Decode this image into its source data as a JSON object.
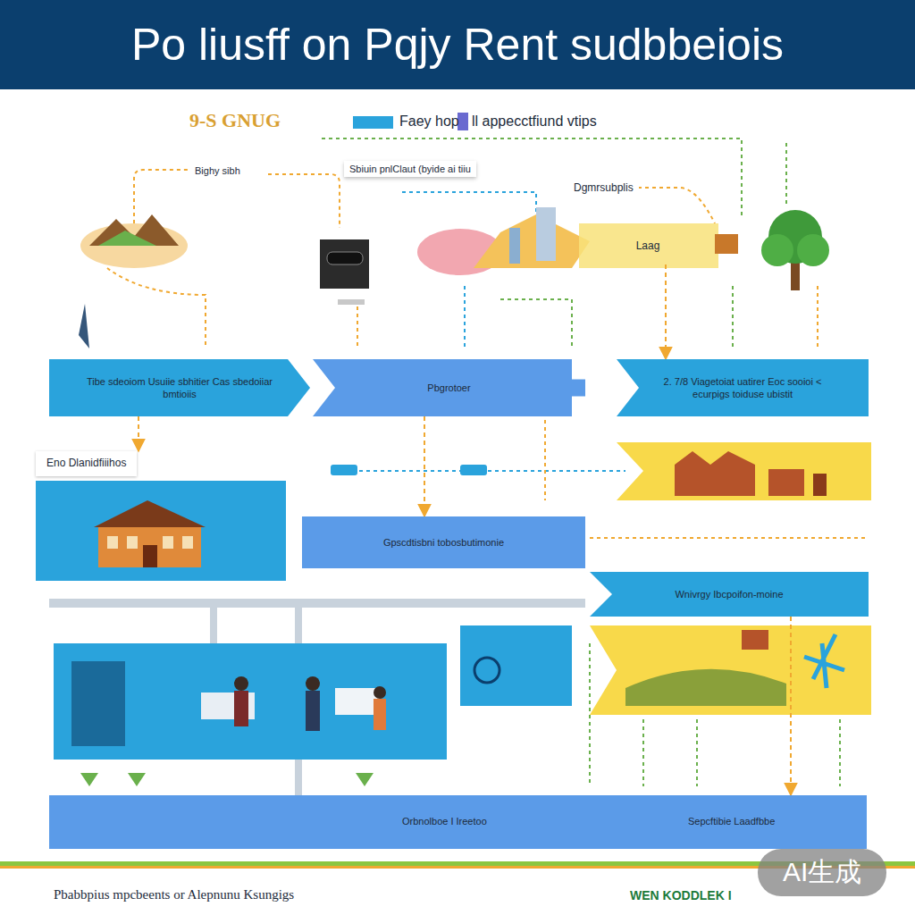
{
  "diagram": {
    "title": "Po liusff on Pqjy Rent sudbbeiois",
    "caption": "Pbabbpius mpcbeents or Alepnunu Ksungigs",
    "nodes": [
      {
        "text": [
          "Laag"
        ]
      },
      {
        "text": [
          "Tibe sdeoiom Usuiie sbhitier Cas sbedoiiar bmtioiis"
        ]
      },
      {
        "text": [
          "Pbgrotoer"
        ]
      },
      {
        "text": [
          "2. 7/8 Viagetoiat uatirer Eoc sooioi < ecurpigs toiduse ubistit"
        ]
      },
      {
        "text": [
          "Eno Dlanidfiiihos"
        ]
      },
      {
        "text": [
          "Gpscdtisbni tobosbutimonie"
        ]
      },
      {
        "text": [
          "Wnivrgy Ibcpoifon-moine"
        ]
      },
      {
        "text": [
          "Orbnolboe I Ireetoo",
          "Sepcftibie Laadfbbe"
        ]
      }
    ],
    "edges": [
      {
        "from": 0,
        "to": 3,
        "arrow": "to"
      },
      {
        "from": 1,
        "to": 4,
        "arrow": "to"
      },
      {
        "from": 2,
        "to": 5,
        "arrow": "to"
      },
      {
        "from": 6,
        "to": 7,
        "arrow": "to"
      }
    ],
    "labels": [
      "9-S GNUG",
      "Faey hop",
      "ll appecctfiund vtips",
      "Bighy sibh",
      "Sbiuin pnlClaut (byide ai tiiu",
      "Dgmrsubplis",
      "WEN KODDLEK I",
      "AI生成"
    ]
  }
}
